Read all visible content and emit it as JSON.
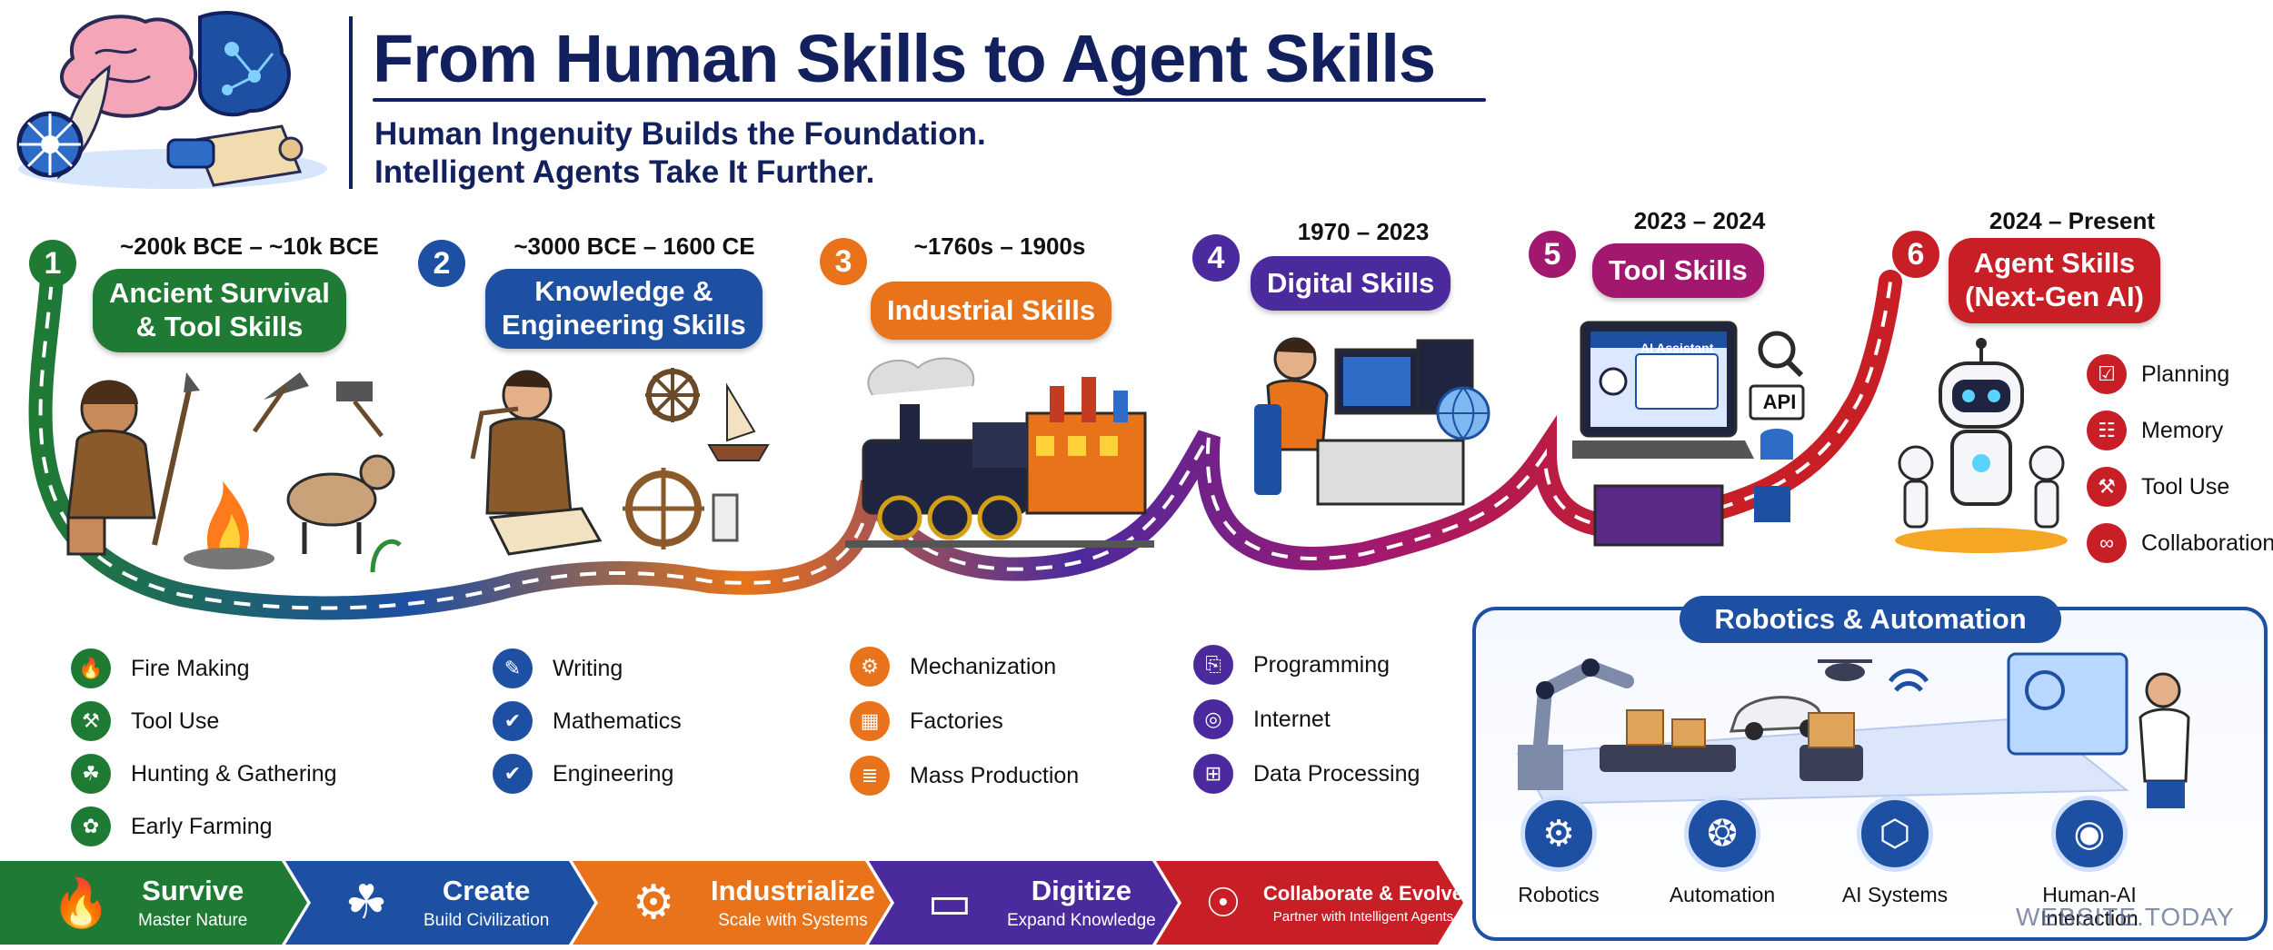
{
  "header": {
    "title": "From Human Skills to Agent Skills",
    "subtitle_line1": "Human Ingenuity Builds the Foundation.",
    "subtitle_line2": "Intelligent Agents Take It Further."
  },
  "eras": [
    {
      "number": "1",
      "date": "~200k BCE – ~10k BCE",
      "title_line1": "Ancient Survival",
      "title_line2": "& Tool Skills",
      "color": "#1f7a34",
      "skills": [
        {
          "icon": "fire-icon",
          "label": "Fire Making"
        },
        {
          "icon": "tools-icon",
          "label": "Tool Use"
        },
        {
          "icon": "leaf-icon",
          "label": "Hunting & Gathering"
        },
        {
          "icon": "sprout-icon",
          "label": "Early Farming"
        }
      ]
    },
    {
      "number": "2",
      "date": "~3000 BCE – 1600 CE",
      "title_line1": "Knowledge &",
      "title_line2": "Engineering Skills",
      "color": "#1d4fa3",
      "skills": [
        {
          "icon": "pencil-icon",
          "label": "Writing"
        },
        {
          "icon": "check-icon",
          "label": "Mathematics"
        },
        {
          "icon": "check-icon",
          "label": "Engineering"
        }
      ]
    },
    {
      "number": "3",
      "date": "~1760s – 1900s",
      "title_line1": "Industrial Skills",
      "title_line2": "",
      "color": "#e8731a",
      "skills": [
        {
          "icon": "gear-icon",
          "label": "Mechanization"
        },
        {
          "icon": "factory-icon",
          "label": "Factories"
        },
        {
          "icon": "production-icon",
          "label": "Mass Production"
        }
      ]
    },
    {
      "number": "4",
      "date": "1970 – 2023",
      "title_line1": "Digital Skills",
      "title_line2": "",
      "color": "#4b2a9e",
      "skills": [
        {
          "icon": "code-icon",
          "label": "Programming"
        },
        {
          "icon": "globe-icon",
          "label": "Internet"
        },
        {
          "icon": "data-icon",
          "label": "Data Processing"
        }
      ]
    },
    {
      "number": "5",
      "date": "2023 – 2024",
      "title_line1": "Tool Skills",
      "title_line2": "",
      "color": "#a3186f",
      "skills": []
    },
    {
      "number": "6",
      "date": "2024 – Present",
      "title_line1": "Agent Skills",
      "title_line2": "(Next-Gen AI)",
      "color": "#c81f27",
      "skills": [
        {
          "icon": "planning-icon",
          "label": "Planning"
        },
        {
          "icon": "memory-icon",
          "label": "Memory"
        },
        {
          "icon": "wrench-icon",
          "label": "Tool Use"
        },
        {
          "icon": "collaboration-icon",
          "label": "Collaboration"
        }
      ]
    }
  ],
  "tool_skills_labels": {
    "screen": "AI Assistant",
    "api": "API"
  },
  "robotics": {
    "title": "Robotics & Automation",
    "items": [
      {
        "icon": "robot-arm-icon",
        "label_line1": "Robotics",
        "label_line2": ""
      },
      {
        "icon": "gear-icon",
        "label_line1": "Automation",
        "label_line2": ""
      },
      {
        "icon": "network-icon",
        "label_line1": "AI Systems",
        "label_line2": ""
      },
      {
        "icon": "human-ai-icon",
        "label_line1": "Human-AI",
        "label_line2": "Interaction"
      }
    ]
  },
  "watermark": "WEBSITE.TODAY",
  "banner": [
    {
      "icon": "fire-icon",
      "title": "Survive",
      "subtitle": "Master Nature",
      "color": "#1f7a34"
    },
    {
      "icon": "leaf-icon",
      "title": "Create",
      "subtitle": "Build Civilization",
      "color": "#1d4fa3"
    },
    {
      "icon": "gear-icon",
      "title": "Industrialize",
      "subtitle": "Scale with Systems",
      "color": "#e8731a"
    },
    {
      "icon": "monitor-icon",
      "title": "Digitize",
      "subtitle": "Expand Knowledge",
      "color": "#4b2a9e"
    },
    {
      "icon": "robot-icon",
      "title": "Collaborate & Evolve",
      "subtitle": "Partner with Intelligent Agents",
      "color": "#c81f27"
    }
  ]
}
